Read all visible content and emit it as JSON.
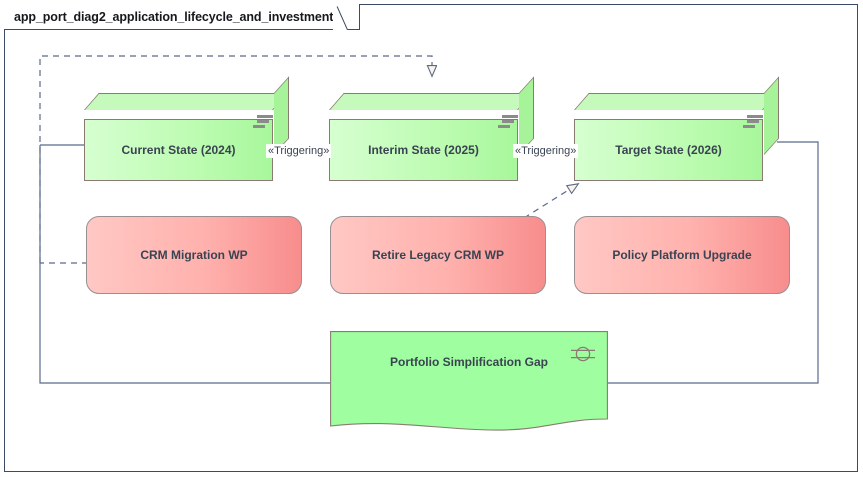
{
  "frame": {
    "title": "app_port_diag2_application_lifecycle_and_investment"
  },
  "colors": {
    "plateau_fill": "#bdfcb2",
    "plateau_border": "#8b7a72",
    "workpackage_fill": "#ffb1ad",
    "workpackage_border": "#9a8f93",
    "gap_fill": "#9fffa0",
    "connector": "#5a6a8c",
    "text": "#3a4352",
    "frame_border": "#3b4a66"
  },
  "nodes": {
    "plateaus": [
      {
        "id": "current-state",
        "label": "Current State (2024)",
        "icon": "plateau-icon"
      },
      {
        "id": "interim-state",
        "label": "Interim State (2025)",
        "icon": "plateau-icon"
      },
      {
        "id": "target-state",
        "label": "Target State (2026)",
        "icon": "plateau-icon"
      }
    ],
    "work_packages": [
      {
        "id": "crm-migration-wp",
        "label": "CRM Migration WP"
      },
      {
        "id": "retire-legacy-crm-wp",
        "label": "Retire Legacy CRM WP"
      },
      {
        "id": "policy-platform-upgrade",
        "label": "Policy Platform Upgrade"
      }
    ],
    "gap": {
      "id": "portfolio-simplification-gap",
      "label": "Portfolio Simplification Gap",
      "icon": "gap-icon"
    }
  },
  "relationships": [
    {
      "id": "trigger-current-interim",
      "label": "«Triggering»",
      "type": "triggering",
      "from": "current-state",
      "to": "interim-state"
    },
    {
      "id": "trigger-interim-target",
      "label": "«Triggering»",
      "type": "triggering",
      "from": "interim-state",
      "to": "target-state"
    },
    {
      "id": "realize-crm-interim",
      "label": "",
      "type": "realization",
      "from": "crm-migration-wp",
      "to": "interim-state"
    },
    {
      "id": "realize-retire-target",
      "label": "",
      "type": "realization",
      "from": "retire-legacy-crm-wp",
      "to": "target-state"
    },
    {
      "id": "assoc-current-gap",
      "label": "",
      "type": "association",
      "from": "current-state",
      "to": "portfolio-simplification-gap"
    },
    {
      "id": "assoc-target-gap",
      "label": "",
      "type": "association",
      "from": "target-state",
      "to": "portfolio-simplification-gap"
    }
  ]
}
